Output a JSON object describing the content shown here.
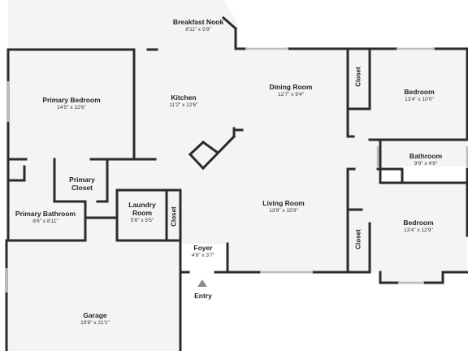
{
  "rooms": {
    "breakfast_nook": {
      "name": "Breakfast Nook",
      "dims": "8'11\" x 5'9\""
    },
    "primary_bedroom": {
      "name": "Primary Bedroom",
      "dims": "14'5\" x 12'6\""
    },
    "kitchen": {
      "name": "Kitchen",
      "dims": "11'2\" x 12'6\""
    },
    "dining_room": {
      "name": "Dining Room",
      "dims": "12'7\" x 9'4\""
    },
    "bedroom_1": {
      "name": "Bedroom",
      "dims": "13'4\" x 10'0\""
    },
    "bathroom": {
      "name": "Bathroom",
      "dims": "9'9\" x 4'9\""
    },
    "primary_closet": {
      "name": "Primary Closet",
      "line1": "Primary",
      "line2": "Closet"
    },
    "laundry_room": {
      "name": "Laundry Room",
      "line1": "Laundry",
      "line2": "Room",
      "dims": "5'6\" x 5'5\""
    },
    "living_room": {
      "name": "Living Room",
      "dims": "13'9\" x 15'9\""
    },
    "bedroom_2": {
      "name": "Bedroom",
      "dims": "13'4\" x 12'9\""
    },
    "primary_bathroom": {
      "name": "Primary Bathroom",
      "dims": "8'6\" x 8'11\""
    },
    "foyer": {
      "name": "Foyer",
      "dims": "4'9\" x 3'7\""
    },
    "garage": {
      "name": "Garage",
      "dims": "19'6\" x 21'1\""
    }
  },
  "closets": {
    "bedroom_1_closet": "Closet",
    "laundry_closet": "Closet",
    "bedroom_2_closet": "Closet"
  },
  "entry": {
    "label": "Entry"
  },
  "colors": {
    "wall": "#2b2b2b",
    "floor": "#f4f4f4",
    "window": "#bcbcbc"
  }
}
